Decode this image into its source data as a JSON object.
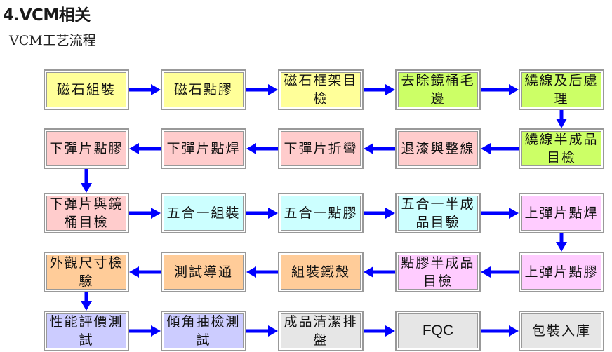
{
  "header": {
    "title": "4.VCM相关",
    "subtitle": "VCM工艺流程"
  },
  "colors": {
    "yellow": "#ffff99",
    "green": "#ccff66",
    "pink": "#ffcccc",
    "cyan": "#ccffff",
    "magenta": "#ffccff",
    "orange": "#ffcc99",
    "lavender": "#ccccff",
    "gray": "#e6e6e6",
    "arrow": "#0000ff"
  },
  "steps": [
    {
      "label": "磁石組裝",
      "color": "yellow"
    },
    {
      "label": "磁石點膠",
      "color": "yellow"
    },
    {
      "label": "磁石框架目檢",
      "color": "yellow"
    },
    {
      "label": "去除鏡桶毛邊",
      "color": "green"
    },
    {
      "label": "繞線及后處理",
      "color": "green"
    },
    {
      "label": "繞線半成品目檢",
      "color": "green"
    },
    {
      "label": "退漆與整線",
      "color": "pink"
    },
    {
      "label": "下彈片折彎",
      "color": "pink"
    },
    {
      "label": "下彈片點焊",
      "color": "pink"
    },
    {
      "label": "下彈片點膠",
      "color": "pink"
    },
    {
      "label": "下彈片與鏡桶目檢",
      "color": "pink"
    },
    {
      "label": "五合一組裝",
      "color": "cyan"
    },
    {
      "label": "五合一點膠",
      "color": "cyan"
    },
    {
      "label": "五合一半成品目驗",
      "color": "cyan"
    },
    {
      "label": "上彈片點焊",
      "color": "magenta"
    },
    {
      "label": "上彈片點膠",
      "color": "magenta"
    },
    {
      "label": "點膠半成品目檢",
      "color": "magenta"
    },
    {
      "label": "組裝鐵殼",
      "color": "orange"
    },
    {
      "label": "測試導通",
      "color": "orange"
    },
    {
      "label": "外觀尺寸檢驗",
      "color": "orange"
    },
    {
      "label": "性能評價測試",
      "color": "lavender"
    },
    {
      "label": "傾角抽檢測試",
      "color": "lavender"
    },
    {
      "label": "成品清潔排盤",
      "color": "gray"
    },
    {
      "label": "FQC",
      "color": "gray"
    },
    {
      "label": "包裝入庫",
      "color": "gray"
    }
  ]
}
